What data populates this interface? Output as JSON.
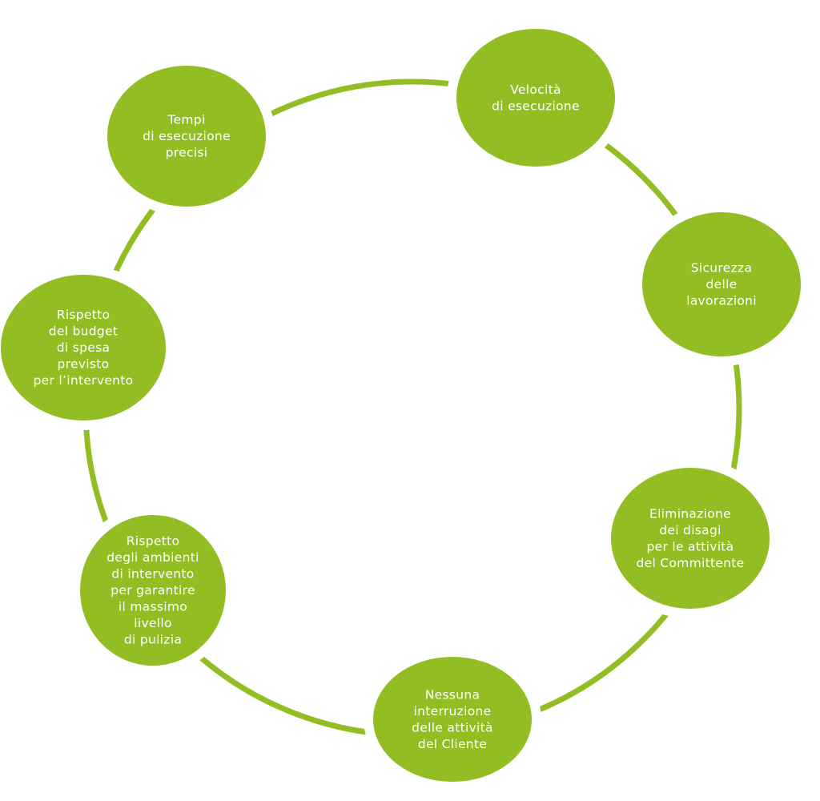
{
  "colors": {
    "node_fill": "#92BE23",
    "ring_stroke": "#92BE23",
    "label_text": "#ffffff",
    "background": "#ffffff"
  },
  "nodes": [
    {
      "id": "velocita",
      "lines": [
        "Velocità",
        "di esecuzione"
      ]
    },
    {
      "id": "sicurezza",
      "lines": [
        "Sicurezza",
        "delle",
        "lavorazioni"
      ]
    },
    {
      "id": "eliminazione",
      "lines": [
        "Eliminazione",
        "dei disagi",
        "per le attività",
        "del Committente"
      ]
    },
    {
      "id": "nessuna",
      "lines": [
        "Nessuna",
        "interruzione",
        "delle attività",
        "del Cliente"
      ]
    },
    {
      "id": "rispetto-ambienti",
      "lines": [
        "Rispetto",
        "degli ambienti",
        "di intervento",
        "per garantire",
        "il massimo",
        "livello",
        "di pulizia"
      ]
    },
    {
      "id": "rispetto-budget",
      "lines": [
        "Rispetto",
        "del budget",
        "di spesa",
        "previsto",
        "per l’intervento"
      ]
    },
    {
      "id": "tempi",
      "lines": [
        "Tempi",
        "di esecuzione",
        "precisi"
      ]
    }
  ]
}
